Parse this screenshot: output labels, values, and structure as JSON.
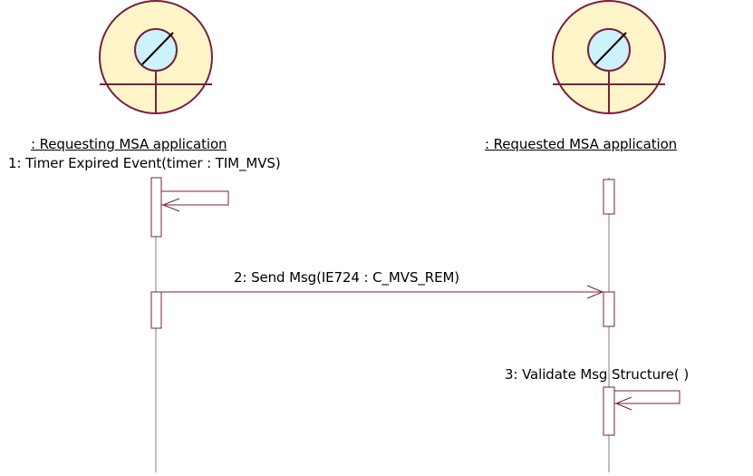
{
  "diagram": {
    "type": "sequence",
    "participants": [
      {
        "name": ": Requesting MSA application",
        "kind": "control"
      },
      {
        "name": ": Requested MSA application",
        "kind": "control"
      }
    ],
    "messages": [
      {
        "label": "1: Timer Expired Event(timer : TIM_MVS)",
        "from": 0,
        "to": 0,
        "self": true
      },
      {
        "label": "2: Send Msg(IE724 : C_MVS_REM)",
        "from": 0,
        "to": 1,
        "self": false
      },
      {
        "label": "3: Validate Msg Structure( )",
        "from": 1,
        "to": 1,
        "self": true
      }
    ],
    "colors": {
      "stroke": "#7a1f3d",
      "fill": "#fff5c8",
      "lens": "#ccf3fb"
    }
  }
}
